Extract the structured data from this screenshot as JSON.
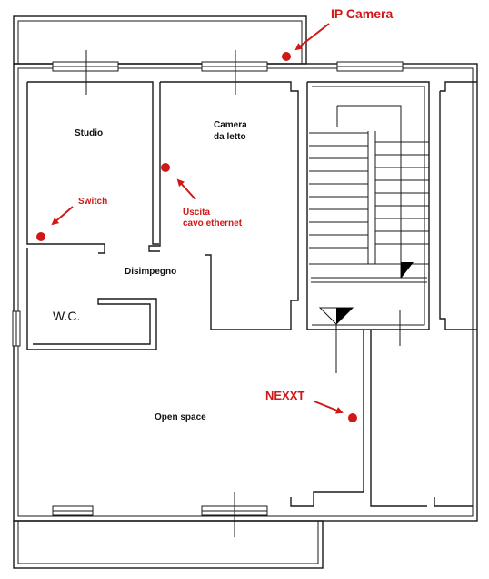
{
  "rooms": {
    "studio": "Studio",
    "camera_line1": "Camera",
    "camera_line2": "da letto",
    "disimpegno": "Disimpegno",
    "wc": "W.C.",
    "open_space": "Open space"
  },
  "annotations": {
    "ip_camera": "IP Camera",
    "switch": "Switch",
    "uscita_line1": "Uscita",
    "uscita_line2": "cavo ethernet",
    "nexxt": "NEXXT"
  },
  "colors": {
    "annotation": "#d01818",
    "wall": "#1a1a1a",
    "background": "#ffffff"
  }
}
